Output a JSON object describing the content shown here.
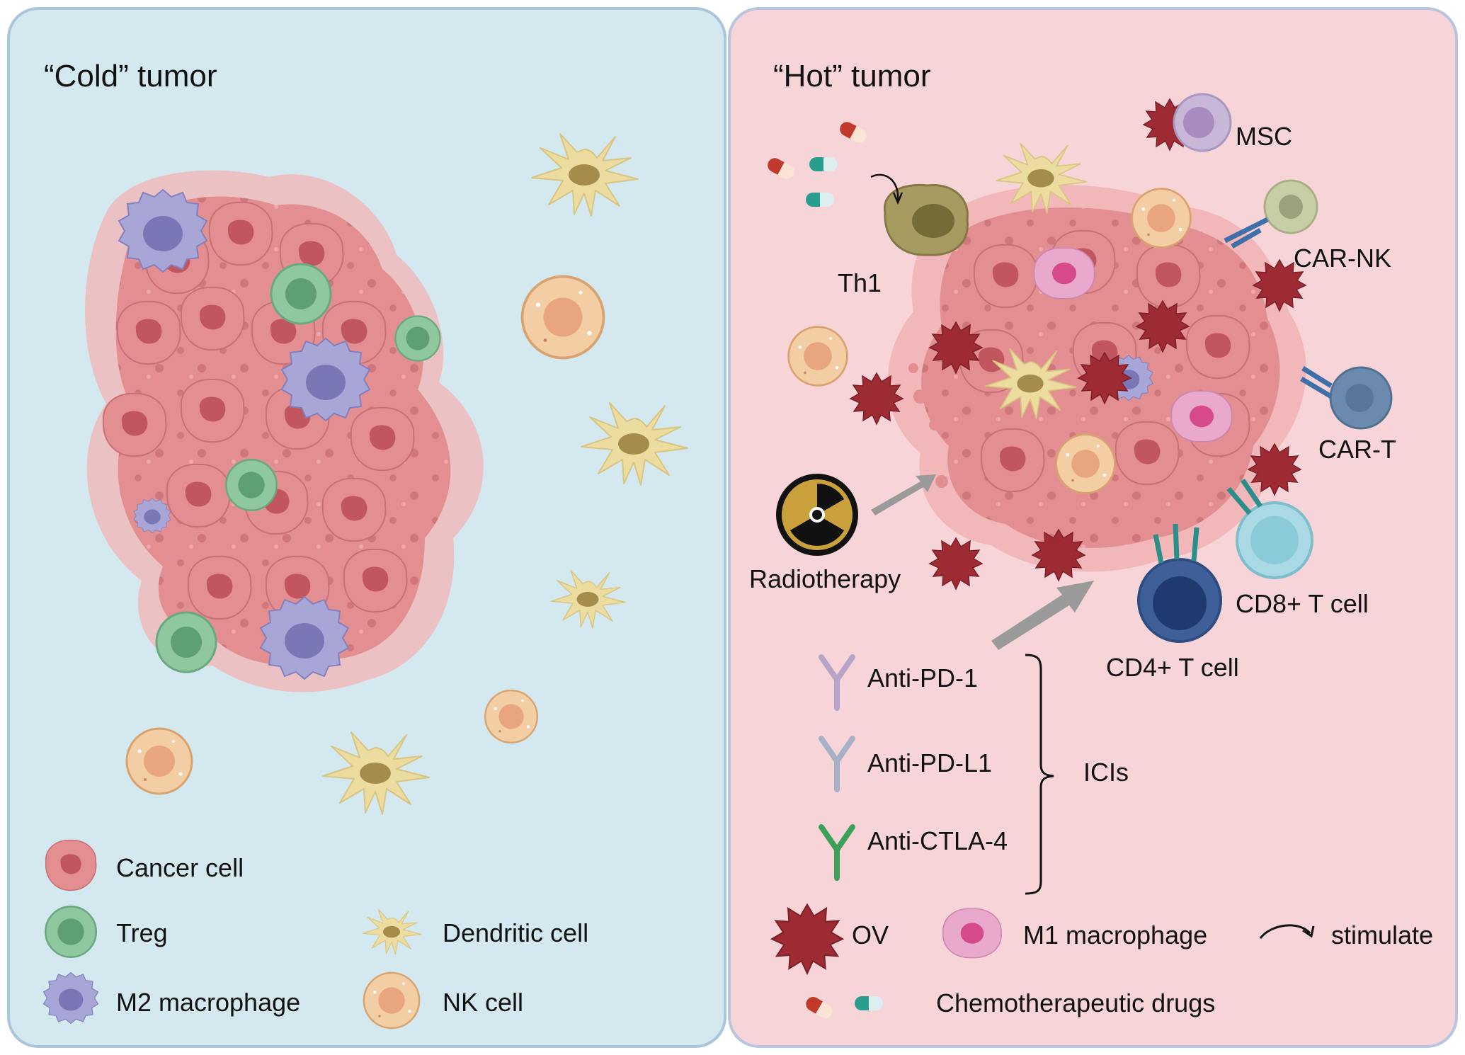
{
  "cold_panel": {
    "title": "“Cold” tumor",
    "background": "#d4e9ef",
    "border": "#a9c6dd"
  },
  "hot_panel": {
    "title": "“Hot” tumor",
    "background": "#f7d4d8",
    "border": "#b9c4de"
  },
  "cold_legend": {
    "cancer_cell": "Cancer cell",
    "treg": "Treg",
    "m2_macrophage": "M2 macrophage",
    "dendritic_cell": "Dendritic cell",
    "nk_cell": "NK cell"
  },
  "hot_labels": {
    "msc": "MSC",
    "th1": "Th1",
    "car_nk": "CAR-NK",
    "car_t": "CAR-T",
    "radiotherapy": "Radiotherapy",
    "cd8": "CD8+ T cell",
    "cd4": "CD4+ T cell",
    "anti_pd1": "Anti-PD-1",
    "anti_pdl1": "Anti-PD-L1",
    "anti_ctla4": "Anti-CTLA-4",
    "icis": "ICIs"
  },
  "hot_legend": {
    "ov": "OV",
    "m1_macrophage": "M1 macrophage",
    "stimulate": "stimulate",
    "chemo": "Chemotherapeutic drugs"
  },
  "colors": {
    "cancer_fill": "#e38f91",
    "cancer_nucleus": "#c2565e",
    "treg_fill": "#8fc79e",
    "m2_fill": "#a8a6d6",
    "dendritic_fill": "#ecdca0",
    "nk_fill": "#f3cda3",
    "ov_fill": "#9e2a33",
    "m1_fill": "#e9a9cc",
    "cd4_fill": "#3e5f97",
    "cd8_fill": "#a9d9e4",
    "car_t_fill": "#6b8aad"
  }
}
